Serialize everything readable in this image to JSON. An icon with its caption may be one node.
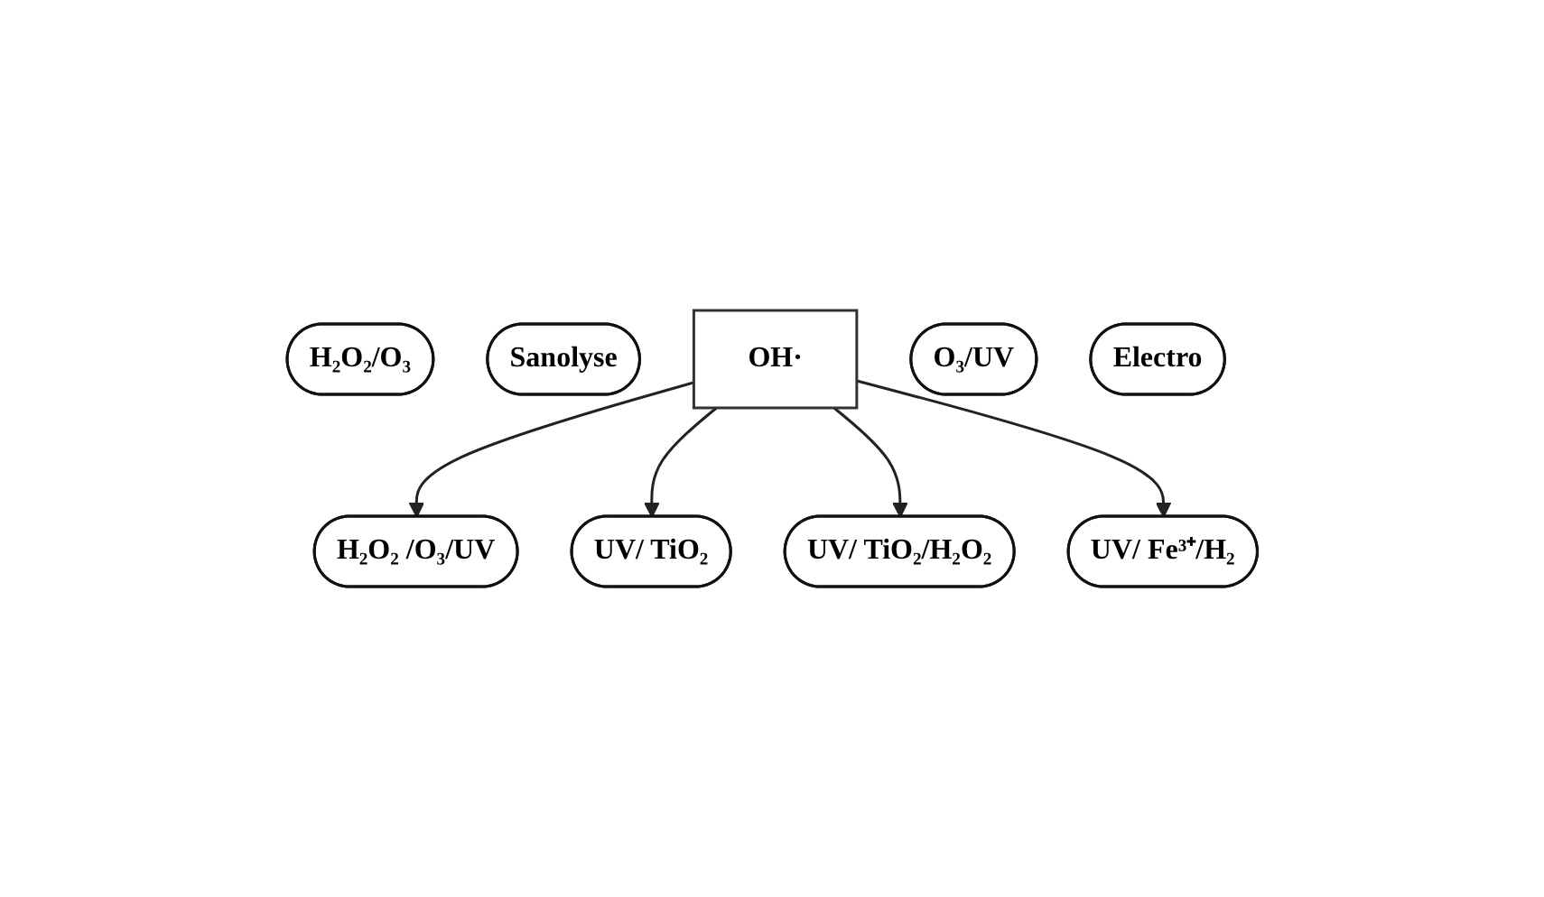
{
  "diagram": {
    "nodes": [
      {
        "text": [
          "H₂O₂/O₃"
        ]
      },
      {
        "text": [
          "H₂O₂ /O₃/UV"
        ]
      },
      {
        "text": [
          "Sanolyse"
        ]
      },
      {
        "text": [
          "UV/ TiO₂"
        ]
      },
      {
        "text": [
          "OH·"
        ]
      },
      {
        "text": [
          "UV/ TiO₂/H₂O₂"
        ]
      },
      {
        "text": [
          "O₃/UV"
        ]
      },
      {
        "text": [
          "Electro"
        ]
      },
      {
        "text": [
          "UV/ Fe³⁺/H₂"
        ]
      }
    ],
    "edges": [
      {
        "from": 4,
        "to": 1,
        "arrow": "to"
      },
      {
        "from": 4,
        "to": 3,
        "arrow": "to"
      },
      {
        "from": 4,
        "to": 5,
        "arrow": "to"
      },
      {
        "from": 4,
        "to": 8,
        "arrow": "to"
      }
    ]
  }
}
